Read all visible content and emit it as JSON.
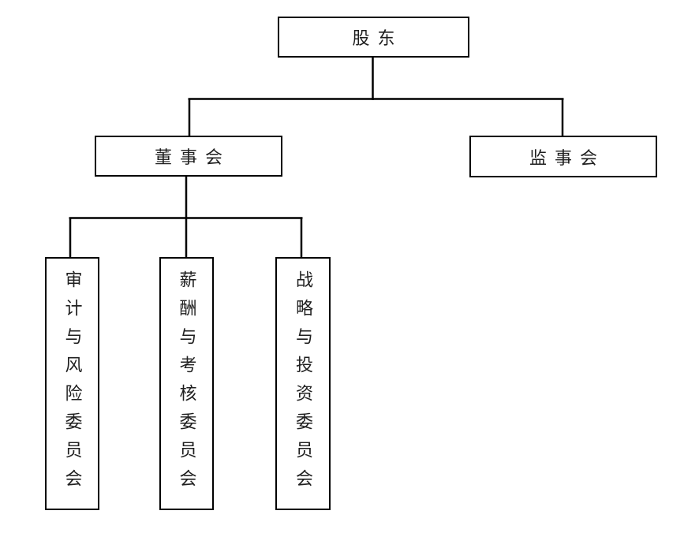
{
  "org_chart": {
    "type": "org-tree",
    "root": {
      "id": "shareholders",
      "label": "股东"
    },
    "level2": [
      {
        "id": "board",
        "label": "董事会",
        "parent": "shareholders"
      },
      {
        "id": "supervisory",
        "label": "监事会",
        "parent": "shareholders"
      }
    ],
    "committees": [
      {
        "id": "audit-risk-committee",
        "label": "审计与风险委员会",
        "parent": "board",
        "orientation": "vertical"
      },
      {
        "id": "remuneration-appraisal-committee",
        "label": "薪酬与考核委员会",
        "parent": "board",
        "orientation": "vertical"
      },
      {
        "id": "strategy-investment-committee",
        "label": "战略与投资委员会",
        "parent": "board",
        "orientation": "vertical"
      }
    ],
    "colors": {
      "line": "#000000",
      "text": "#1f1f1f",
      "background": "#ffffff"
    }
  }
}
